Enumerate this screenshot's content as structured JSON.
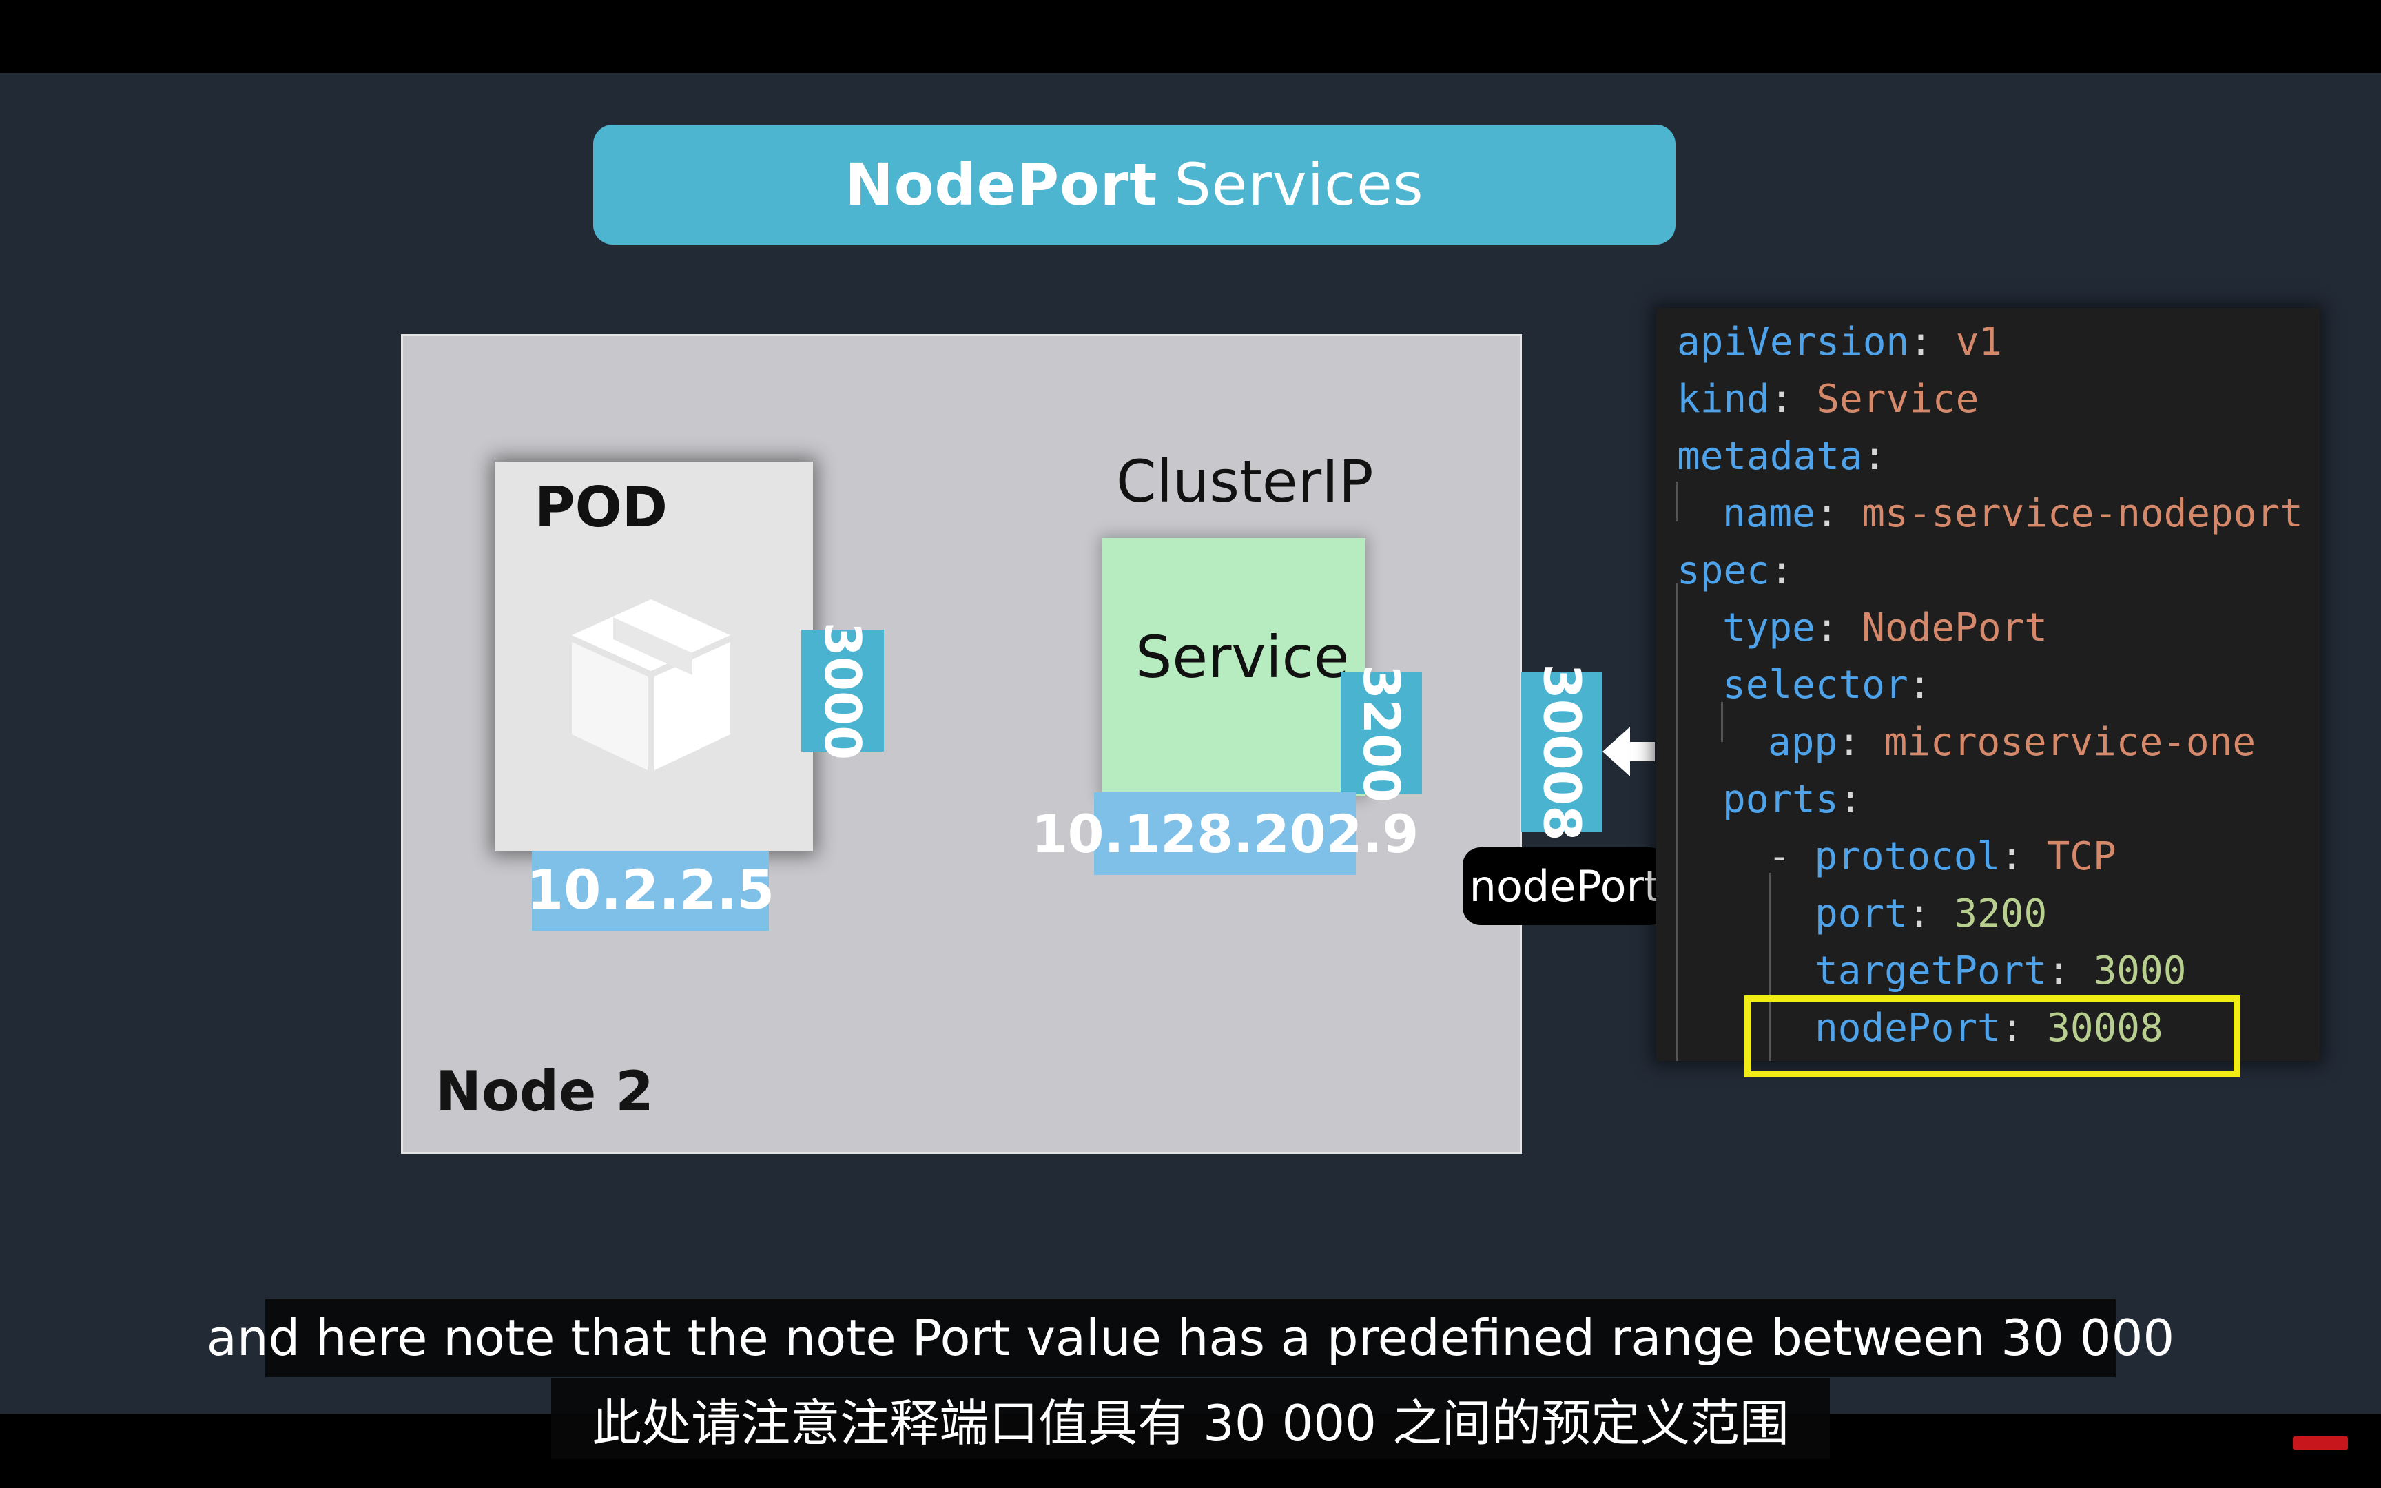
{
  "title": {
    "bold": "NodePort",
    "rest": "Services"
  },
  "node": {
    "label": "Node 2"
  },
  "pod": {
    "label": "POD",
    "port": "3000",
    "ip": "10.2.2.5",
    "icon": "package-box-icon"
  },
  "service": {
    "type_label": "ClusterIP",
    "label": "Service",
    "port": "3200",
    "ip": "10.128.202.9"
  },
  "node_port": {
    "value": "30008",
    "bubble": "nodePort",
    "arrow_icon": "arrow-left-icon"
  },
  "yaml": {
    "apiVersion_key": "apiVersion",
    "apiVersion_val": "v1",
    "kind_key": "kind",
    "kind_val": "Service",
    "metadata_key": "metadata",
    "name_key": "name",
    "name_val": "ms-service-nodeport",
    "spec_key": "spec",
    "type_key": "type",
    "type_val": "NodePort",
    "selector_key": "selector",
    "app_key": "app",
    "app_val": "microservice-one",
    "ports_key": "ports",
    "dash": "-",
    "protocol_key": "protocol",
    "protocol_val": "TCP",
    "port_key": "port",
    "port_val": "3200",
    "targetPort_key": "targetPort",
    "targetPort_val": "3000",
    "nodePort_key": "nodePort",
    "nodePort_val": "30008"
  },
  "captions": {
    "en": "and here note that the note Port value has a predefined range between 30 000",
    "zh": "此处请注意注释端口值具有 30 000 之间的预定义范围"
  },
  "colors": {
    "background": "#222a36",
    "banner": "#4db5cf",
    "port_tag": "#4ab4d0",
    "ip_tag": "#7fc0e8",
    "service_fill": "#b6ecbf",
    "highlight": "#f2ec16"
  }
}
